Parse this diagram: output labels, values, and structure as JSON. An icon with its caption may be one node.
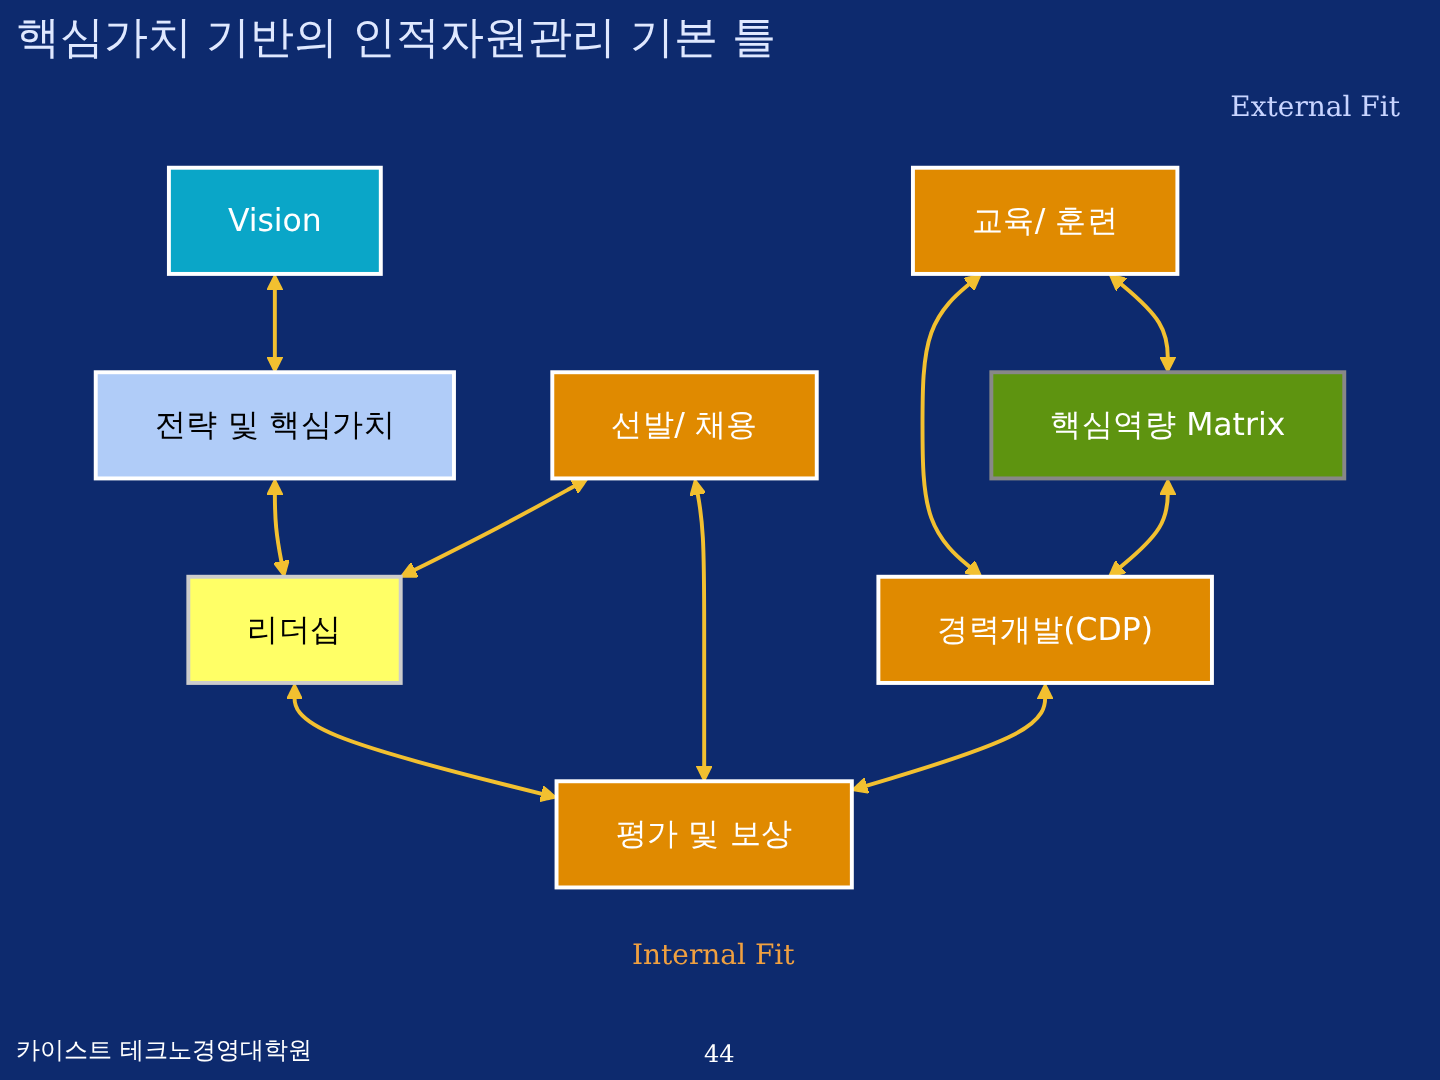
{
  "diagram": {
    "title": "핵심가치 기반의 인적자원관리 기본 틀",
    "nodes": [
      {
        "text": [
          "Vision"
        ]
      },
      {
        "text": [
          "전략 및 핵심가치"
        ]
      },
      {
        "text": [
          "교육/ 훈련"
        ]
      },
      {
        "text": [
          "핵심역량 Matrix"
        ]
      },
      {
        "text": [
          "리더십"
        ]
      },
      {
        "text": [
          "선발/ 채용"
        ]
      },
      {
        "text": [
          "경력개발(CDP)"
        ]
      },
      {
        "text": [
          "평가 및 보상"
        ]
      }
    ],
    "edges": [
      {
        "from": 0,
        "to": 1,
        "arrow": "both"
      },
      {
        "from": 1,
        "to": 4,
        "arrow": "both"
      },
      {
        "from": 2,
        "to": 3,
        "arrow": "both"
      },
      {
        "from": 5,
        "to": 4,
        "arrow": "both"
      },
      {
        "from": 2,
        "to": 6,
        "arrow": "both"
      },
      {
        "from": 3,
        "to": 6,
        "arrow": "both"
      },
      {
        "from": 4,
        "to": 7,
        "arrow": "both"
      },
      {
        "from": 5,
        "to": 7,
        "arrow": "both"
      },
      {
        "from": 6,
        "to": 7,
        "arrow": "both"
      }
    ],
    "labels": [
      "External Fit",
      "Internal Fit",
      "카이스트 테크노경영대학원",
      "44"
    ]
  }
}
